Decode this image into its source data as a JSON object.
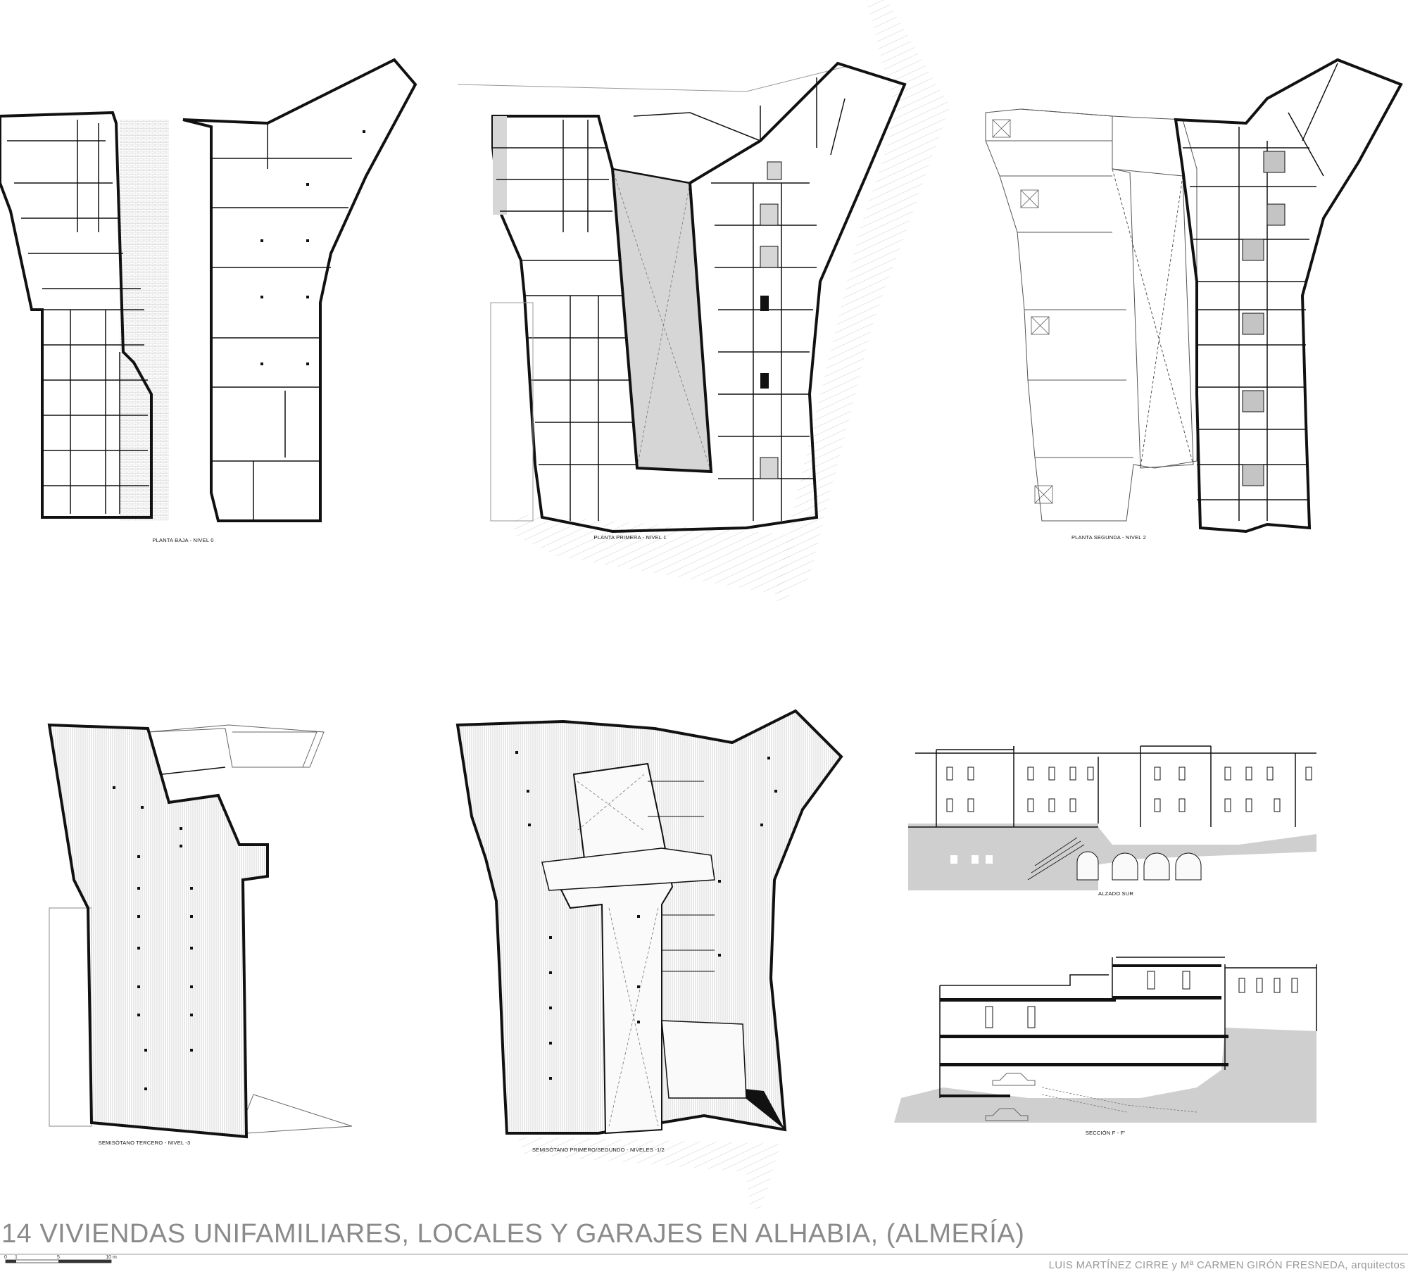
{
  "sheet": {
    "title": "14 VIVIENDAS UNIFAMILIARES, LOCALES Y GARAJES EN ALHABIA, (ALMERÍA)",
    "authors": "LUIS MARTÍNEZ CIRRE y Mª CARMEN GIRÓN FRESNEDA, arquitectos"
  },
  "drawings": {
    "plan_level0": {
      "caption": "PLANTA BAJA - NIVEL 0"
    },
    "plan_level1": {
      "caption": "PLANTA PRIMERA - NIVEL 1"
    },
    "plan_level2": {
      "caption": "PLANTA SEGUNDA - NIVEL 2"
    },
    "plan_level3": {
      "caption": "SEMISÓTANO TERCERO - NIVEL -3"
    },
    "plan_level12": {
      "caption": "SEMISÓTANO PRIMERO/SEGUNDO - NIVELES -1/2"
    },
    "elevation_south": {
      "caption": "ALZADO SUR"
    },
    "section_ff": {
      "caption": "SECCIÓN F - F'"
    }
  },
  "scale_bar": {
    "labels": [
      "0",
      "1",
      "5",
      "10 m"
    ]
  },
  "colors": {
    "line": "#111111",
    "fill_grey": "#d4d4d4",
    "hatch": "#cfcfcf",
    "title": "#8a8a8a"
  }
}
